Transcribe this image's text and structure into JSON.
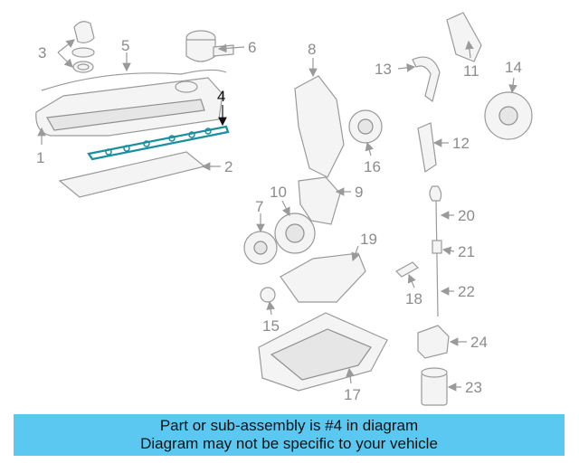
{
  "callouts": [
    "1",
    "2",
    "3",
    "4",
    "5",
    "6",
    "7",
    "8",
    "9",
    "10",
    "11",
    "12",
    "13",
    "14",
    "15",
    "16",
    "17",
    "18",
    "19",
    "20",
    "21",
    "22",
    "23",
    "24"
  ],
  "highlight_color": "#1a8fa0",
  "banner": {
    "line1": "Part or sub-assembly is #4 in diagram",
    "line2": "Diagram may not be specific to your vehicle",
    "color": "#5bc8f2"
  }
}
